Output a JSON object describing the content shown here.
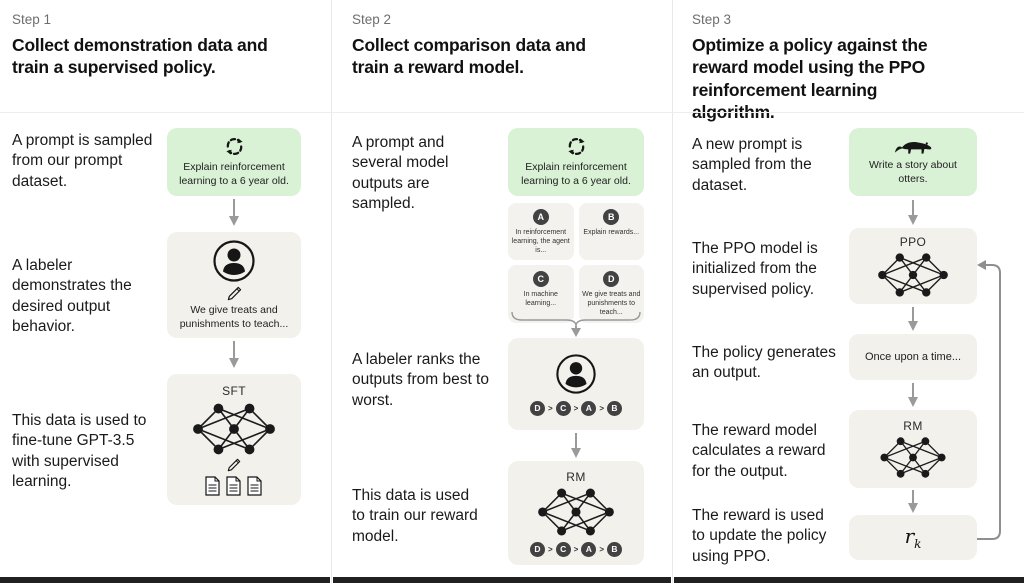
{
  "steps": [
    {
      "label": "Step 1",
      "title": "Collect demonstration data and train a supervised policy.",
      "captions": [
        "A prompt is sampled from our prompt dataset.",
        "A labeler demonstrates the desired output behavior.",
        "This data is used to fine-tune GPT-3.5 with supervised learning."
      ],
      "prompt_text": "Explain reinforcement learning to a 6 year old.",
      "labeler_text": "We give treats and punishments to teach...",
      "model_label": "SFT"
    },
    {
      "label": "Step 2",
      "title": "Collect comparison data and train a reward model.",
      "captions": [
        "A prompt and several model outputs are sampled.",
        "A labeler ranks the outputs from best to worst.",
        "This data is used to train our reward model."
      ],
      "prompt_text": "Explain reinforcement learning to a 6 year old.",
      "outputs": [
        {
          "letter": "A",
          "text": "In reinforcement learning, the agent is..."
        },
        {
          "letter": "B",
          "text": "Explain rewards..."
        },
        {
          "letter": "C",
          "text": "In machine learning..."
        },
        {
          "letter": "D",
          "text": "We give treats and punishments to teach..."
        }
      ],
      "ranking": [
        "D",
        "C",
        "A",
        "B"
      ],
      "rank_separator": ">",
      "model_label": "RM"
    },
    {
      "label": "Step 3",
      "title": "Optimize a policy against the reward model using the PPO reinforcement learning algorithm.",
      "captions": [
        "A new prompt is sampled from the dataset.",
        "The PPO model is initialized from the supervised policy.",
        "The policy generates an output.",
        "The reward model calculates a reward for the output.",
        "The reward is used to update the policy using PPO."
      ],
      "prompt_text": "Write a story about otters.",
      "ppo_label": "PPO",
      "output_text": "Once upon a time...",
      "rm_label": "RM",
      "reward_label": "r",
      "reward_sub": "k"
    }
  ],
  "icons": {
    "cycle": "cycle-icon (dashed refresh arrows)",
    "person": "person-icon (labeler in circle)",
    "pencil": "pencil-icon",
    "neural_network": "neural-network-icon",
    "documents": "documents-icon (three pages)",
    "otter": "otter-icon",
    "arrow": "arrow-down-icon",
    "brace": "brace-down-icon",
    "feedback": "feedback-loop-arrow"
  },
  "colors": {
    "prompt_box_green": "#d9f2d5",
    "process_box_gray": "#f2f1ec",
    "badge_dark": "#424242",
    "arrow_gray": "#9a9a9a",
    "step_label_gray": "#6e6e6e",
    "bottom_bar": "#202020"
  }
}
